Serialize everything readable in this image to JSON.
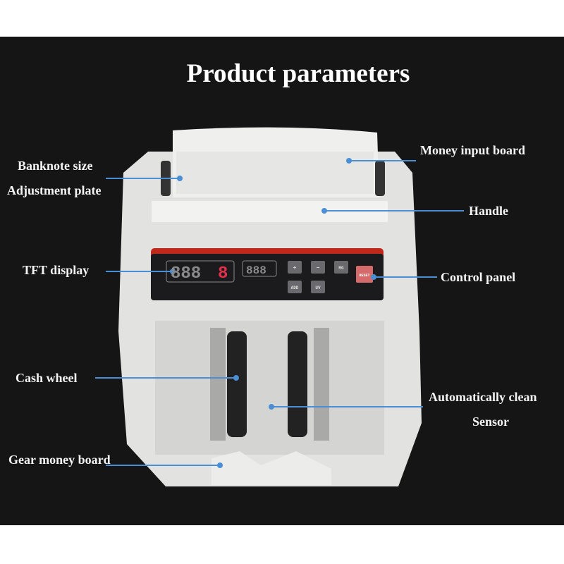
{
  "title": "Product parameters",
  "labels": {
    "banknote_size": "Banknote size",
    "adjustment_plate": "Adjustment plate",
    "money_input_board": "Money input board",
    "handle": "Handle",
    "tft_display": "TFT display",
    "control_panel": "Control panel",
    "cash_wheel": "Cash wheel",
    "auto_clean": "Automatically clean",
    "sensor": "Sensor",
    "gear_money_board": "Gear money board"
  },
  "display": {
    "main": "888",
    "main_red": "8",
    "secondary": "888"
  },
  "buttons": {
    "plus": "+",
    "minus": "−",
    "mg": "MG",
    "add": "ADD",
    "uv": "UV",
    "reset": "RESET"
  },
  "colors": {
    "background": "#151515",
    "leader": "#4a8fd6",
    "panel_red": "#c0281c",
    "display_red": "#e0304a",
    "body": "#e2e2e0"
  }
}
